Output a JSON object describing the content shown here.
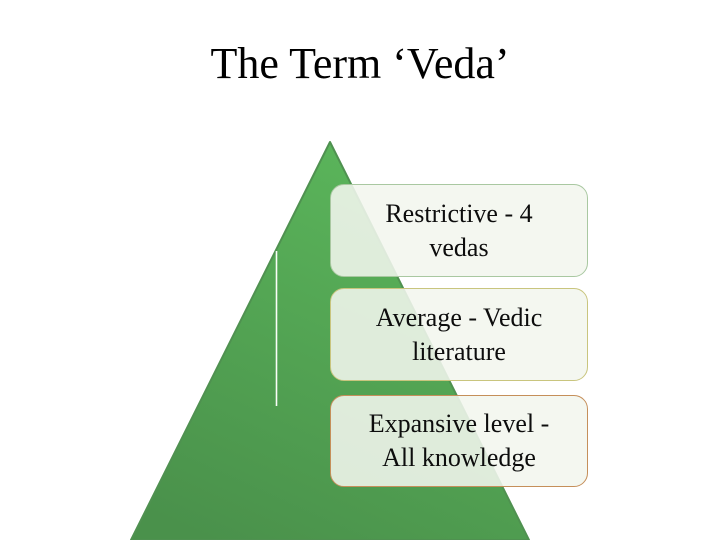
{
  "title": "The Term ‘Veda’",
  "pyramid": {
    "triangle_top_color": "#5bb65b",
    "triangle_bottom_color": "#4a914b",
    "triangle_edge_color": "#4f9150",
    "divider_line_color": "#fafdf8",
    "box_fill": "rgba(242,246,238,0.88)",
    "text_color": "#0d0d0d",
    "levels": [
      {
        "label": "Restrictive - 4 vedas",
        "line1": "Restrictive - 4",
        "line2": "vedas",
        "border_color": "#a9c8a1"
      },
      {
        "label": "Average - Vedic literature",
        "line1": "Average - Vedic",
        "line2": "literature",
        "border_color": "#c9c57e"
      },
      {
        "label": "Expansive level - All knowledge",
        "line1": "Expansive level -",
        "line2": "All knowledge",
        "border_color": "#c58f5a"
      }
    ]
  }
}
